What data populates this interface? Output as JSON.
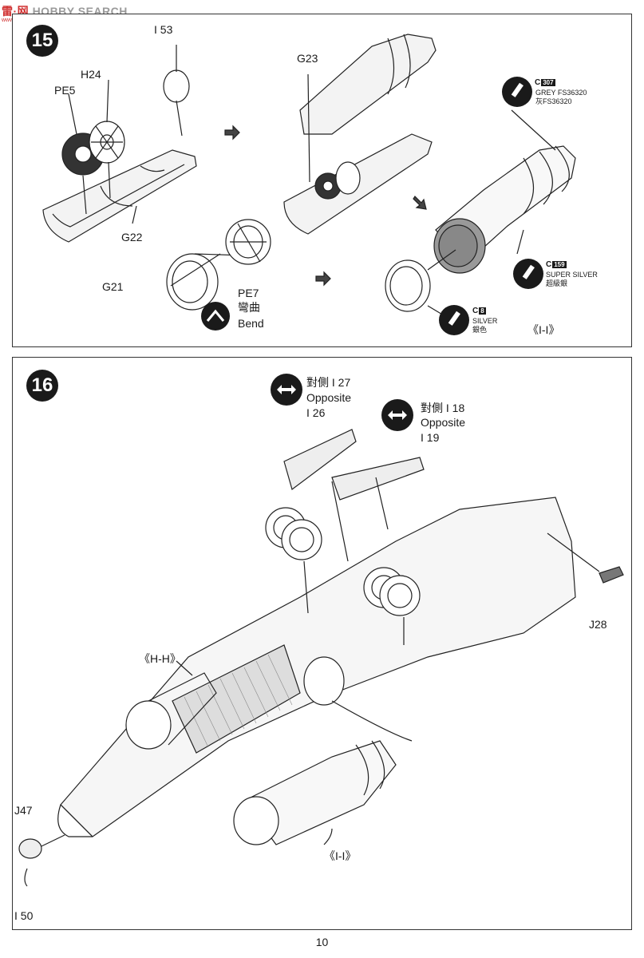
{
  "watermark": {
    "logo": "雷·网",
    "text": "HOBBY SEARCH",
    "sub": "www.hobbysearch"
  },
  "page_number": "10",
  "step15": {
    "badge": "15",
    "labels": {
      "i53": "I 53",
      "h24": "H24",
      "pe5": "PE5",
      "g22": "G22",
      "g21": "G21",
      "pe7": "PE7",
      "bend_cn": "彎曲",
      "bend_en": "Bend",
      "g23": "G23",
      "view": "《I-I》"
    },
    "colors": {
      "grey": {
        "code": "C",
        "num": "307",
        "en": "GREY FS36320",
        "cn": "灰FS36320"
      },
      "super_silver": {
        "code": "C",
        "num": "159",
        "en": "SUPER SILVER",
        "cn": "超級銀"
      },
      "silver": {
        "code": "C",
        "num": "8",
        "en": "SILVER",
        "cn": "銀色"
      }
    }
  },
  "step16": {
    "badge": "16",
    "opposite1": {
      "cn": "對側 I 27",
      "en": "Opposite",
      "part": "I 26"
    },
    "opposite2": {
      "cn": "對側 I 18",
      "en": "Opposite",
      "part": "I 19"
    },
    "labels": {
      "j28": "J28",
      "hh": "《H-H》",
      "j47": "J47",
      "i50": "I 50",
      "ii": "《I-I》"
    }
  }
}
